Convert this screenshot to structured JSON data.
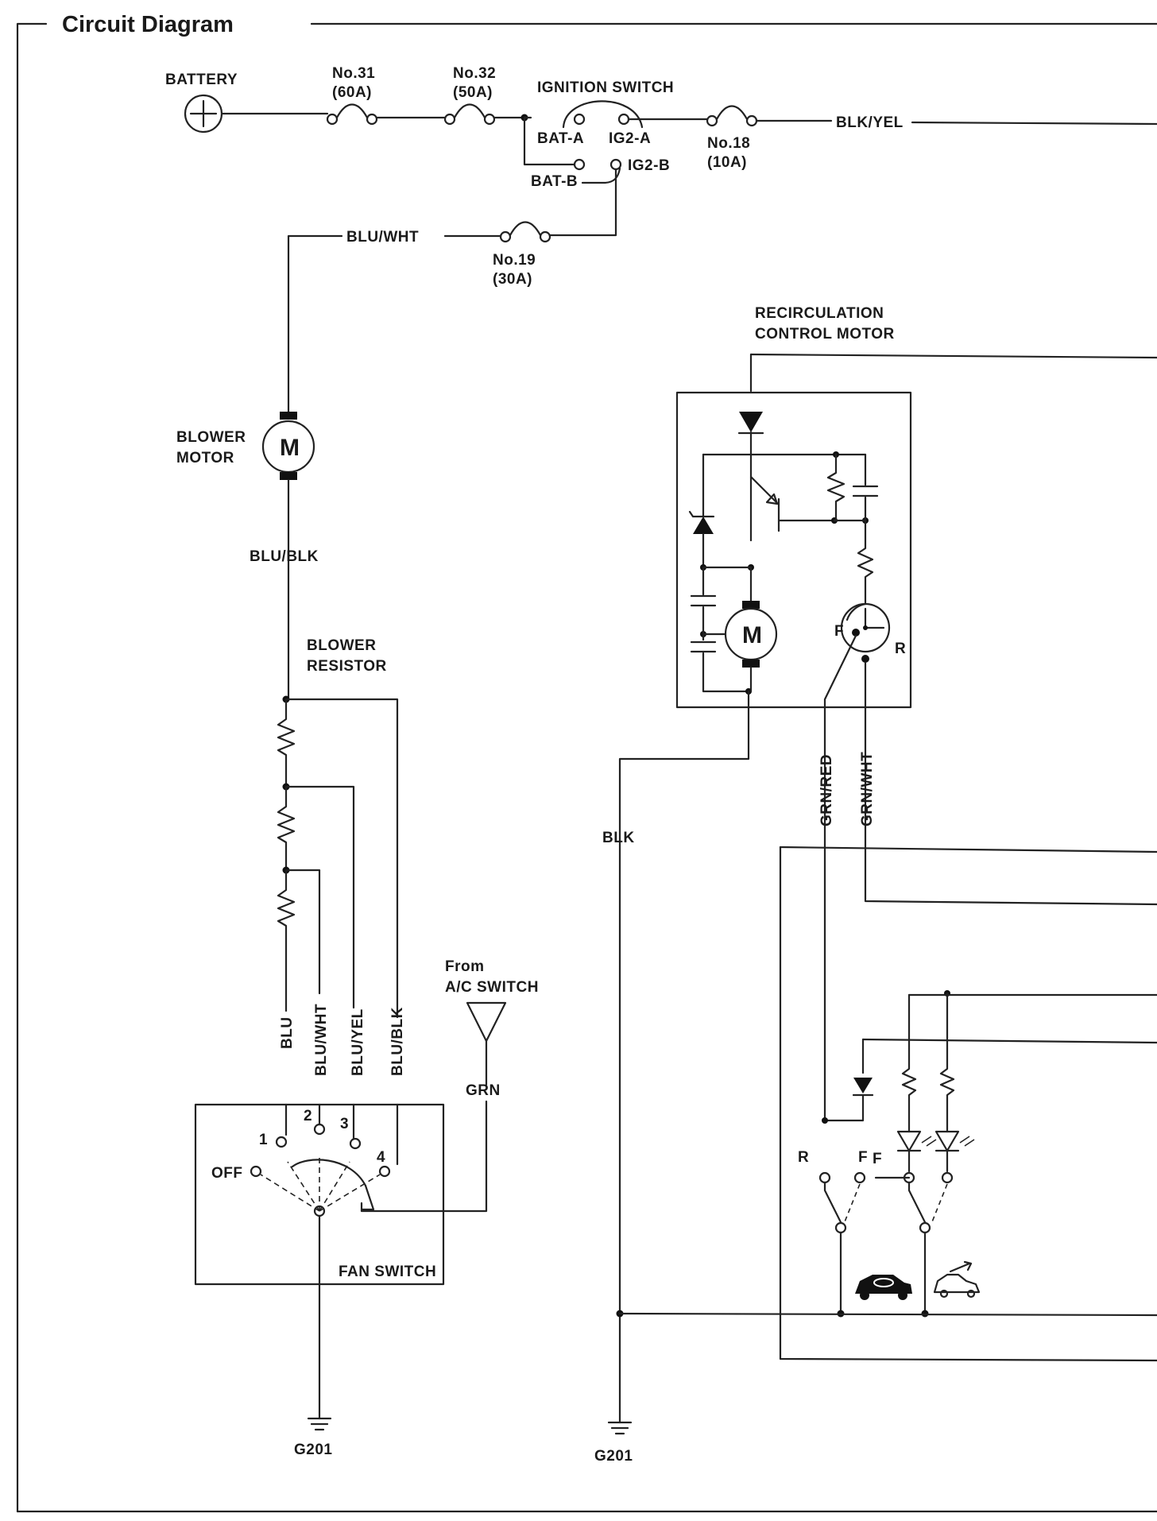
{
  "title": "Circuit Diagram",
  "labels": {
    "battery": "BATTERY",
    "fuse31": [
      "No.31",
      "(60A)"
    ],
    "fuse32": [
      "No.32",
      "(50A)"
    ],
    "ignition_switch": "IGNITION SWITCH",
    "bat_a": "BAT-A",
    "bat_b": "BAT-B",
    "ig2_a": "IG2-A",
    "ig2_b": "IG2-B",
    "fuse18": [
      "No.18",
      "(10A)"
    ],
    "blk_yel": "BLK/YEL",
    "blu_wht_top": "BLU/WHT",
    "fuse19": [
      "No.19",
      "(30A)"
    ],
    "recirc_motor": [
      "RECIRCULATION",
      "CONTROL MOTOR"
    ],
    "blower_motor": [
      "BLOWER",
      "MOTOR"
    ],
    "motor_m": "M",
    "blu_blk_main": "BLU/BLK",
    "blower_resistor": [
      "BLOWER",
      "RESISTOR"
    ],
    "wire_blu": "BLU",
    "wire_blu_wht": "BLU/WHT",
    "wire_blu_yel": "BLU/YEL",
    "wire_blu_blk": "BLU/BLK",
    "from_ac": [
      "From",
      "A/C SWITCH"
    ],
    "grn": "GRN",
    "fan_positions": [
      "OFF",
      "1",
      "2",
      "3",
      "4"
    ],
    "fan_switch": "FAN SWITCH",
    "blk": "BLK",
    "grn_red": "GRN/RED",
    "grn_wht": "GRN/WHT",
    "terminal_f": "F",
    "terminal_r": "R",
    "switch_r": "R",
    "switch_f": "F",
    "ground_left": "G201",
    "ground_right": "G201"
  }
}
